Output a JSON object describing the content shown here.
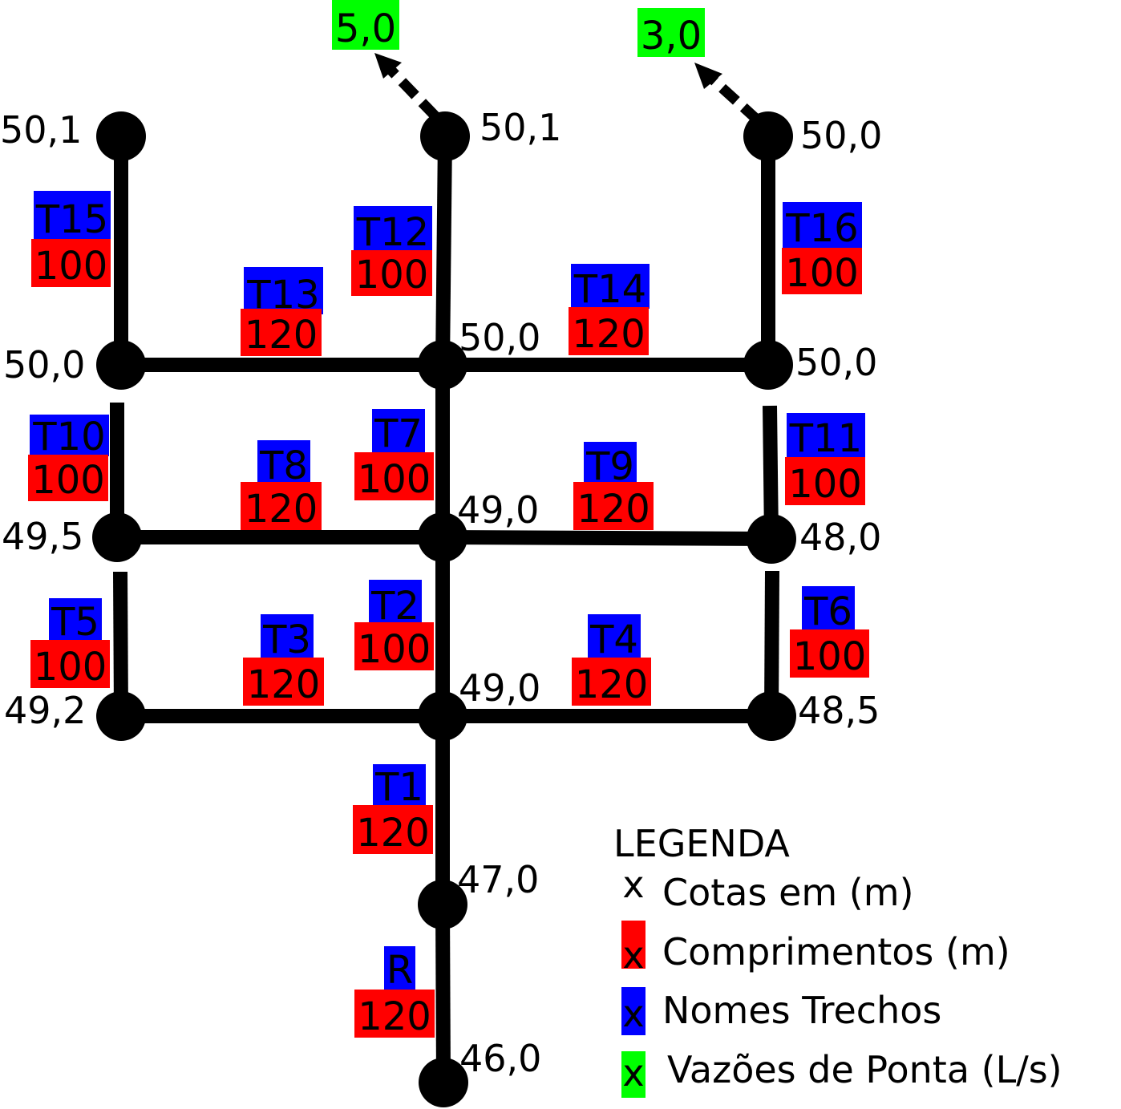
{
  "colors": {
    "pipe": "#000000",
    "node": "#000000",
    "length_box": "#ff0000",
    "name_box": "#0000ff",
    "flow_box": "#00ff00"
  },
  "nodes": [
    {
      "id": "n1",
      "elevation": "50,1"
    },
    {
      "id": "n2",
      "elevation": "50,1"
    },
    {
      "id": "n3",
      "elevation": "50,0"
    },
    {
      "id": "n4",
      "elevation": "50,0"
    },
    {
      "id": "n5",
      "elevation": "50,0"
    },
    {
      "id": "n6",
      "elevation": "50,0"
    },
    {
      "id": "n7",
      "elevation": "49,5"
    },
    {
      "id": "n8",
      "elevation": "49,0"
    },
    {
      "id": "n9",
      "elevation": "48,0"
    },
    {
      "id": "n10",
      "elevation": "49,2"
    },
    {
      "id": "n11",
      "elevation": "49,0"
    },
    {
      "id": "n12",
      "elevation": "48,5"
    },
    {
      "id": "n13",
      "elevation": "47,0"
    },
    {
      "id": "n14",
      "elevation": "46,0"
    }
  ],
  "segments": [
    {
      "name": "T15",
      "length": "100"
    },
    {
      "name": "T12",
      "length": "100"
    },
    {
      "name": "T16",
      "length": "100"
    },
    {
      "name": "T13",
      "length": "120"
    },
    {
      "name": "T14",
      "length": "120"
    },
    {
      "name": "T10",
      "length": "100"
    },
    {
      "name": "T7",
      "length": "100"
    },
    {
      "name": "T11",
      "length": "100"
    },
    {
      "name": "T8",
      "length": "120"
    },
    {
      "name": "T9",
      "length": "120"
    },
    {
      "name": "T5",
      "length": "100"
    },
    {
      "name": "T2",
      "length": "100"
    },
    {
      "name": "T6",
      "length": "100"
    },
    {
      "name": "T3",
      "length": "120"
    },
    {
      "name": "T4",
      "length": "120"
    },
    {
      "name": "T1",
      "length": "120"
    },
    {
      "name": "R",
      "length": "120"
    }
  ],
  "peak_flows": [
    {
      "value": "5,0"
    },
    {
      "value": "3,0"
    }
  ],
  "legend": {
    "title": "LEGENDA",
    "symbol": "x",
    "items": [
      "Cotas em (m)",
      "Comprimentos (m)",
      "Nomes Trechos",
      "Vazões de Ponta (L/s)"
    ]
  }
}
